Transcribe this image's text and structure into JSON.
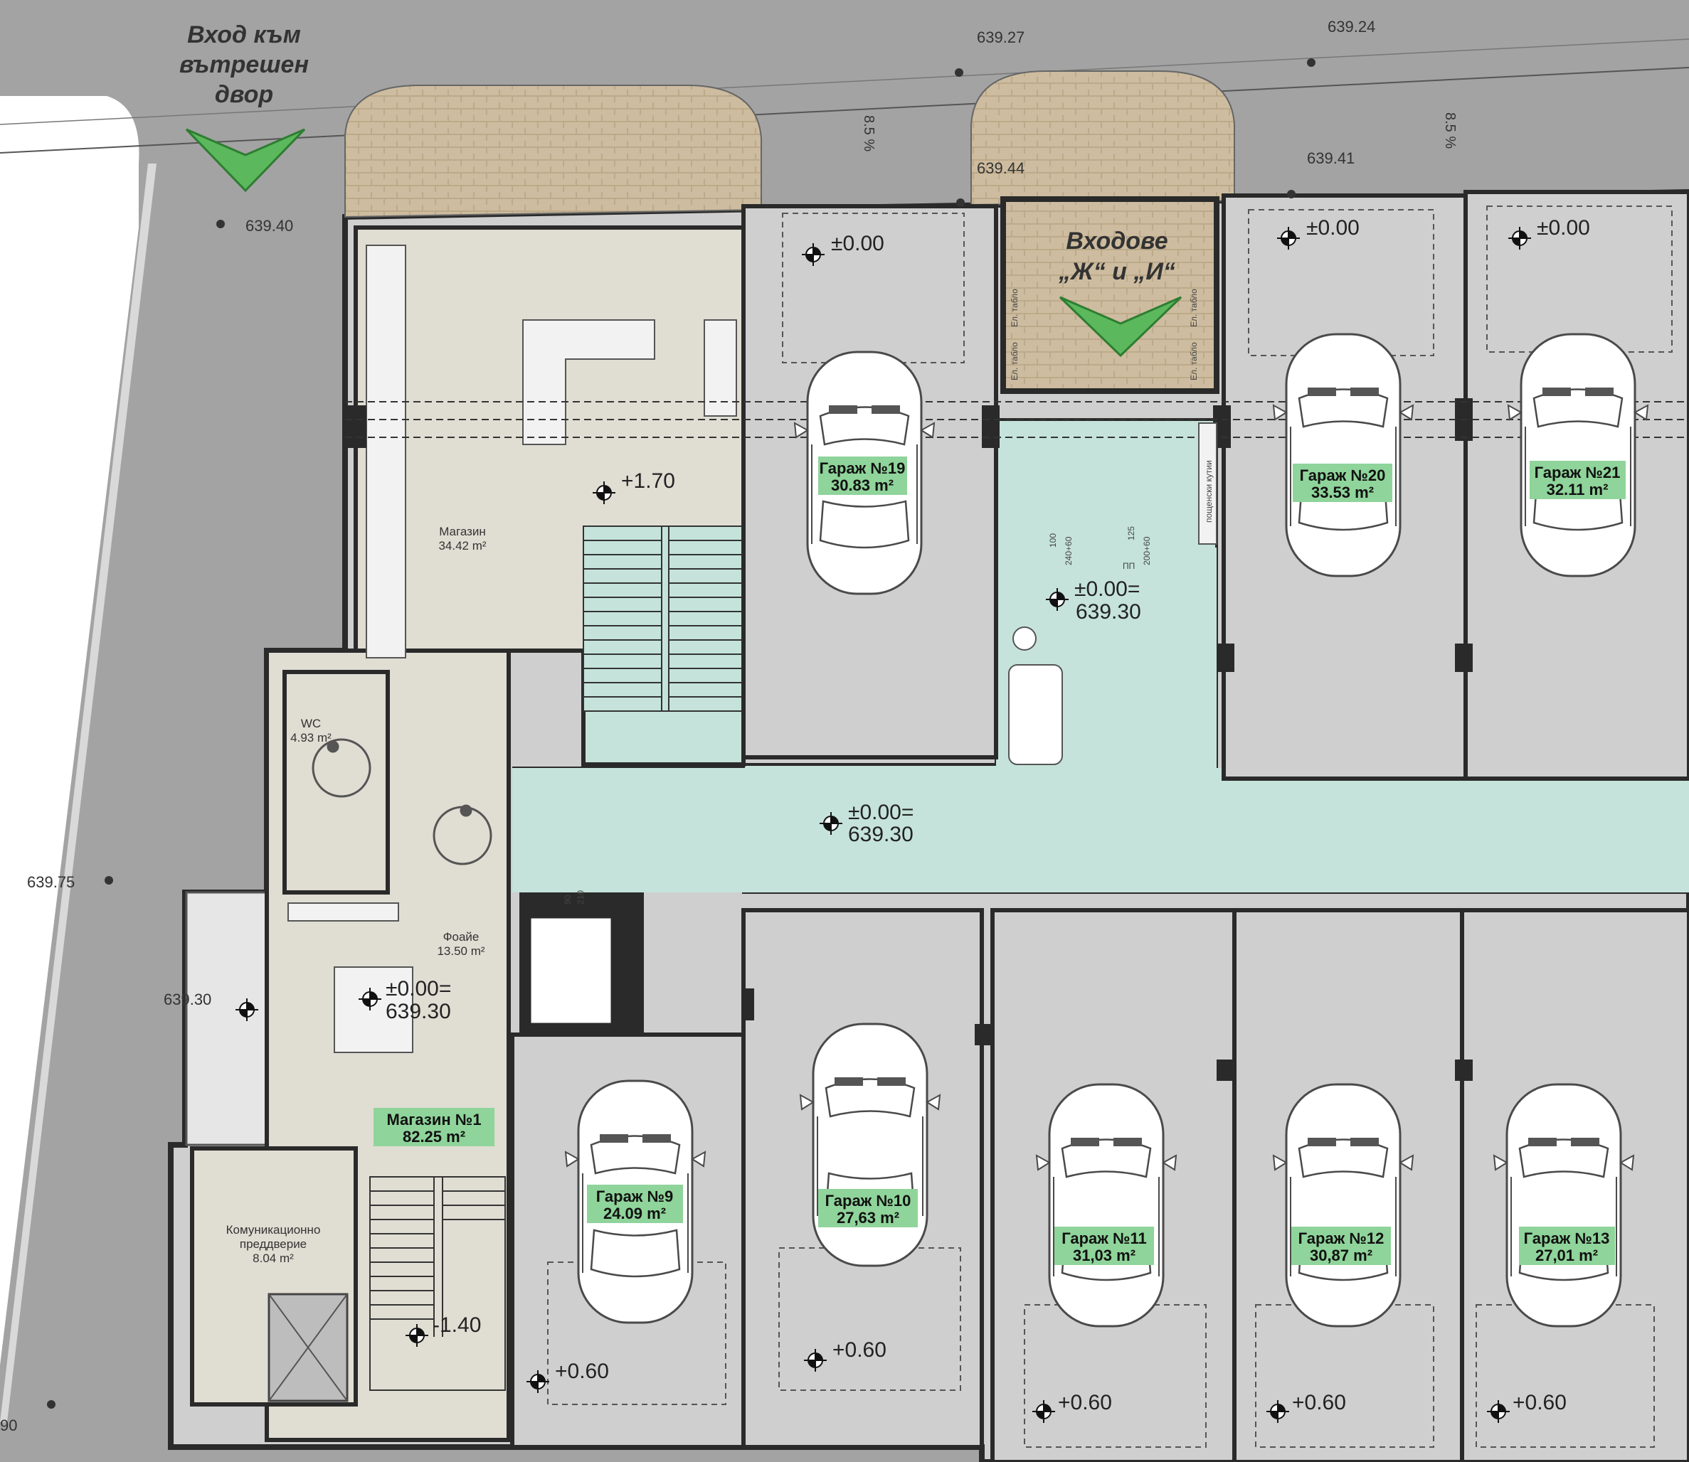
{
  "entrance_courtyard": [
    "Вход към",
    "вътрешен",
    "двор"
  ],
  "entrance_blocks": [
    "Входове",
    "„Ж“ и „И“"
  ],
  "road_levels": {
    "l1": "639.27",
    "l2": "639.24",
    "l3": "639.44",
    "l4": "639.41",
    "l5": "639.40",
    "l6": "639.75",
    "l7": "639.30",
    "l8": "90"
  },
  "slopes": {
    "s1": "8.5 %",
    "s2": "8.5 %"
  },
  "garages": [
    {
      "name": "Гараж №19",
      "area": "30.83 m²"
    },
    {
      "name": "Гараж №20",
      "area": "33.53 m²"
    },
    {
      "name": "Гараж №21",
      "area": "32.11 m²"
    },
    {
      "name": "Гараж №9",
      "area": "24.09 m²"
    },
    {
      "name": "Гараж №10",
      "area": "27,63 m²"
    },
    {
      "name": "Гараж №11",
      "area": "31,03 m²"
    },
    {
      "name": "Гараж №12",
      "area": "30,87 m²"
    },
    {
      "name": "Гараж №13",
      "area": "27,01 m²"
    }
  ],
  "shop": {
    "name": "Магазин №1",
    "area": "82.25 m²"
  },
  "rooms": {
    "magazin": {
      "name": "Магазин",
      "area": "34.42 m²"
    },
    "wc": {
      "name": "WC",
      "area": "4.93 m²"
    },
    "foyer": {
      "name": "Фоайе",
      "area": "13.50 m²"
    },
    "lobby": {
      "line1": "Комуникационно",
      "line2": "преддверие",
      "area": "8.04 m²"
    }
  },
  "elevations": {
    "e_g19": "±0.00",
    "e_g20": "±0.00",
    "e_g21": "±0.00",
    "e_stair": "+1.70",
    "e_hall1a": "±0.00=",
    "e_hall1b": "639.30",
    "e_hall2a": "±0.00=",
    "e_hall2b": "639.30",
    "e_shopa": "±0.00=",
    "e_shopb": "639.30",
    "e_stair2": "-1.40",
    "e_g9": "+0.60",
    "e_g10": "+0.60",
    "e_g11": "+0.60",
    "e_g12": "+0.60",
    "e_g13": "+0.60"
  },
  "door_marks": {
    "d1": "100",
    "d2": "240+60",
    "d3": "125",
    "d4": "200+60",
    "d5": "ПП",
    "d6": "90",
    "d7": "210",
    "panel1": "Ел. табло",
    "panel2": "Ел. табло",
    "panel3": "Ел. табло",
    "panel4": "Ел. табло",
    "panel5": "пощенски кутии"
  },
  "colors": {
    "road": "#a3a3a3",
    "building": "#cfcfcf",
    "hall": "#c5e3da",
    "paving": "#c9b89d",
    "wall": "#2a2a2a",
    "label_bg": "#8fd49a",
    "arrow": "#5cb85c"
  }
}
